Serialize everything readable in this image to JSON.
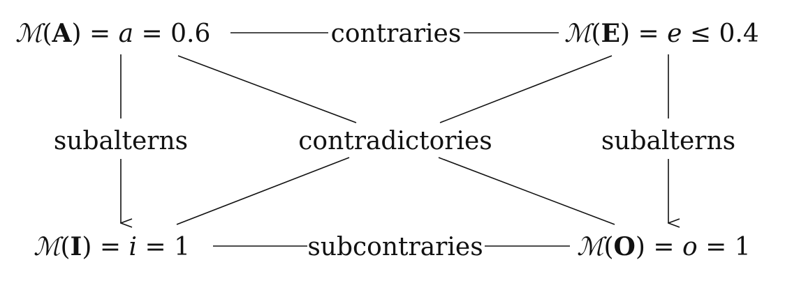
{
  "corners": {
    "A": {
      "script": "ℳ",
      "letter": "A",
      "var": "a",
      "rel": "=",
      "value": "0.6"
    },
    "E": {
      "script": "ℳ",
      "letter": "E",
      "var": "e",
      "rel": "≤",
      "value": "0.4"
    },
    "I": {
      "script": "ℳ",
      "letter": "I",
      "var": "i",
      "rel": "=",
      "value": "1"
    },
    "O": {
      "script": "ℳ",
      "letter": "O",
      "var": "o",
      "rel": "=",
      "value": "1"
    }
  },
  "relations": {
    "top": "contraries",
    "bottom": "subcontraries",
    "left": "subalterns",
    "right": "subalterns",
    "center": "contradictories"
  }
}
